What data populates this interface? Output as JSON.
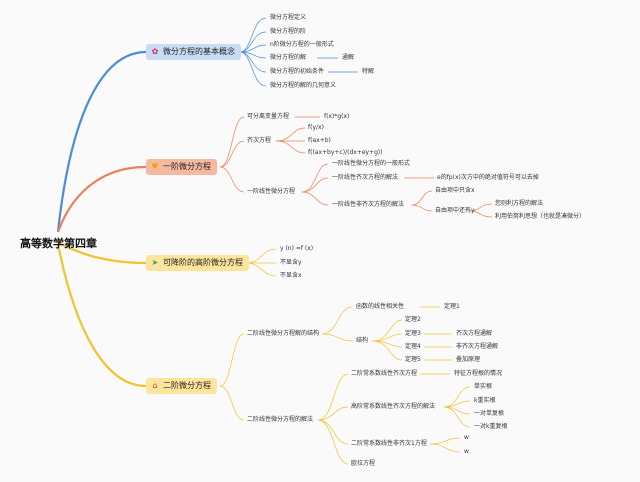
{
  "root": "高等数学第四章",
  "colors": {
    "blue": "#4b8bd9",
    "orange": "#ee7f5d",
    "yellow": "#f2c230",
    "topic1_bg": "#c9dcf5",
    "topic2_bg": "#f6b9a0",
    "topic3_bg": "#fbe49c",
    "topic4_bg": "#fbe49c"
  },
  "topics": {
    "t1": {
      "label": "微分方程的基本概念",
      "icon": "flower-icon"
    },
    "t2": {
      "label": "一阶微分方程",
      "icon": "heart-icon"
    },
    "t3": {
      "label": "可降阶的高阶微分方程",
      "icon": "paper-plane-icon"
    },
    "t4": {
      "label": "二阶微分方程",
      "icon": "home-icon"
    }
  },
  "t1": {
    "items": [
      "微分方程定义",
      "微分方程的阶",
      "n阶微分方程的一般形式",
      "微分方程的解",
      "微分方程的初始条件",
      "微分方程的解的几何意义"
    ],
    "general_solution": "通解",
    "particular_solution": "特解"
  },
  "t2": {
    "separable": "可分离变量方程",
    "separable_form": "f(x)*g(x)",
    "homogeneous": "齐次方程",
    "homogeneous_forms": [
      "f(y/x)",
      "f(ax+b)",
      "f((ax+by+c)/(dx+ey+g))"
    ],
    "linear": "一阶线性微分方程",
    "linear_items": [
      "一阶线性微分方程的一般形式",
      "一阶线性齐次方程的解法",
      "一阶线性非齐次方程的解法"
    ],
    "homog_note": "e的fp(x)次方中的绝对值符号可以去掉",
    "free_x": "自由项中只含x",
    "free_y": "自由项中还有y",
    "free_y_items": [
      "您则利方程的解法",
      "利用伯努利思想（也就是凑微分）"
    ]
  },
  "t3": {
    "items": [
      "y (n) =f (x)",
      "不显含y",
      "不显含x"
    ]
  },
  "t4": {
    "structure": "二阶线性微分方程解的结构",
    "func_lin": "函数的线性相关性",
    "theorem1": "定理1",
    "structure_label": "结构",
    "theorems": [
      "定理2",
      "定理3",
      "定理4",
      "定理5"
    ],
    "theorem_notes": [
      "齐次方程通解",
      "非齐次方程通解",
      "叠加原理"
    ],
    "solutions": "二阶线性微分方程的解法",
    "const_homog": "二阶常系数线性齐次方程",
    "char_eq": "特征方程根的情况",
    "higher_homog": "高阶常系数线性齐次方程的解法",
    "roots": [
      "单实根",
      "k重实根",
      "一对单复根",
      "一对k重复根"
    ],
    "const_nonhomog": "二阶常系数线性非齐次1方程",
    "w_items": [
      "w",
      "w"
    ],
    "euler": "欧拉方程"
  }
}
